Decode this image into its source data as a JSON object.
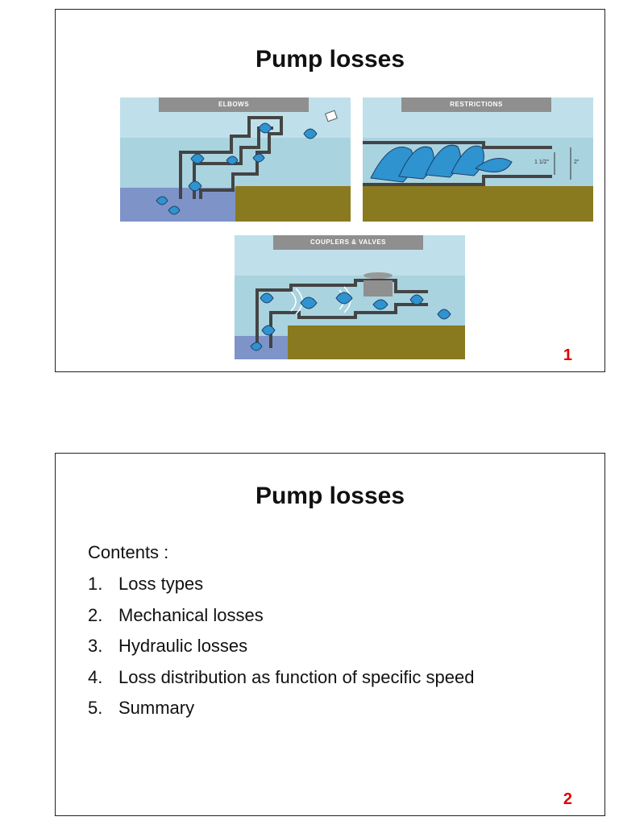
{
  "slides": [
    {
      "title": "Pump losses",
      "page_number": "1",
      "panels": {
        "elbows": {
          "label": "ELBOWS"
        },
        "restrictions": {
          "label": "RESTRICTIONS",
          "dim_small": "1 1/2\"",
          "dim_large": "2\""
        },
        "couplers": {
          "label": "COUPLERS & VALVES"
        }
      }
    },
    {
      "title": "Pump losses",
      "page_number": "2",
      "contents_heading": "Contents :",
      "items": [
        {
          "num": "1.",
          "text": "Loss types"
        },
        {
          "num": "2.",
          "text": "Mechanical losses"
        },
        {
          "num": "3.",
          "text": "Hydraulic losses"
        },
        {
          "num": "4.",
          "text": "Loss distribution as function of specific speed"
        },
        {
          "num": "5.",
          "text": "Summary"
        }
      ]
    }
  ],
  "colors": {
    "page_number": "#e00000",
    "water": "#a9d3df",
    "ground": "#8a7a1f",
    "pool": "#7e93c8",
    "droplet": "#2f93cf",
    "pipe": "#444444"
  }
}
